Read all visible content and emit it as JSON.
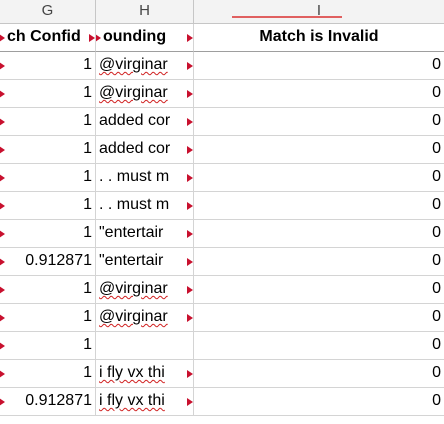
{
  "columns": {
    "g": "G",
    "h": "H",
    "i": "I"
  },
  "headers": {
    "g": "ch Confid",
    "h": "ounding",
    "i": "Match is Invalid"
  },
  "rows": [
    {
      "g": "1",
      "h": "@virginar",
      "i": "0"
    },
    {
      "g": "1",
      "h": "@virginar",
      "i": "0"
    },
    {
      "g": "1",
      "h": "added cor",
      "i": "0"
    },
    {
      "g": "1",
      "h": "added cor",
      "i": "0"
    },
    {
      "g": "1",
      "h": ". . must m",
      "i": "0"
    },
    {
      "g": "1",
      "h": ". . must m",
      "i": "0"
    },
    {
      "g": "1",
      "h": "\"entertair",
      "i": "0"
    },
    {
      "g": "0.912871",
      "h": "\"entertair",
      "i": "0"
    },
    {
      "g": "1",
      "h": "@virginar",
      "i": "0"
    },
    {
      "g": "1",
      "h": "@virginar",
      "i": "0"
    },
    {
      "g": "1",
      "h": "",
      "i": "0"
    },
    {
      "g": "1",
      "h": "i fly vx thi",
      "i": "0"
    },
    {
      "g": "0.912871",
      "h": "i fly vx thi",
      "i": "0"
    }
  ],
  "marker_color": "#c8102e"
}
